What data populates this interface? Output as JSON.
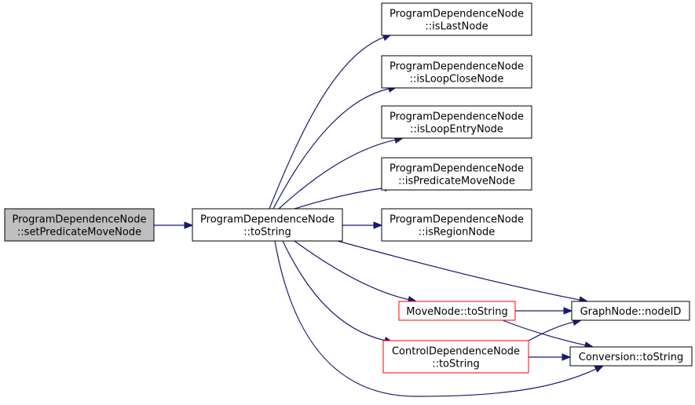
{
  "colors": {
    "edge": "#191970",
    "default_border": "#000000",
    "highlight_border": "#ff0000",
    "start_fill": "#bfbfbf",
    "node_fill": "#ffffff"
  },
  "nodes": [
    {
      "id": "n0",
      "lines": [
        "ProgramDependenceNode",
        "::setPredicateMoveNode"
      ],
      "style": "start"
    },
    {
      "id": "n1",
      "lines": [
        "ProgramDependenceNode",
        "::toString"
      ],
      "style": "normal"
    },
    {
      "id": "n2",
      "lines": [
        "ProgramDependenceNode",
        "::isLastNode"
      ],
      "style": "normal"
    },
    {
      "id": "n3",
      "lines": [
        "ProgramDependenceNode",
        "::isLoopCloseNode"
      ],
      "style": "normal"
    },
    {
      "id": "n4",
      "lines": [
        "ProgramDependenceNode",
        "::isLoopEntryNode"
      ],
      "style": "normal"
    },
    {
      "id": "n5",
      "lines": [
        "ProgramDependenceNode",
        "::isPredicateMoveNode"
      ],
      "style": "normal"
    },
    {
      "id": "n6",
      "lines": [
        "ProgramDependenceNode",
        "::isRegionNode"
      ],
      "style": "normal"
    },
    {
      "id": "n7",
      "lines": [
        "MoveNode::toString"
      ],
      "style": "highlight"
    },
    {
      "id": "n8",
      "lines": [
        "GraphNode::nodeID"
      ],
      "style": "normal"
    },
    {
      "id": "n9",
      "lines": [
        "ControlDependenceNode",
        "::toString"
      ],
      "style": "highlight"
    },
    {
      "id": "n10",
      "lines": [
        "Conversion::toString"
      ],
      "style": "normal"
    }
  ],
  "edges": [
    {
      "from": "n0",
      "to": "n1"
    },
    {
      "from": "n1",
      "to": "n2"
    },
    {
      "from": "n1",
      "to": "n3"
    },
    {
      "from": "n1",
      "to": "n4"
    },
    {
      "from": "n1",
      "to": "n5"
    },
    {
      "from": "n1",
      "to": "n6"
    },
    {
      "from": "n1",
      "to": "n7"
    },
    {
      "from": "n1",
      "to": "n8"
    },
    {
      "from": "n1",
      "to": "n9"
    },
    {
      "from": "n1",
      "to": "n10"
    },
    {
      "from": "n7",
      "to": "n8"
    },
    {
      "from": "n7",
      "to": "n10"
    },
    {
      "from": "n9",
      "to": "n8"
    },
    {
      "from": "n9",
      "to": "n10"
    }
  ]
}
